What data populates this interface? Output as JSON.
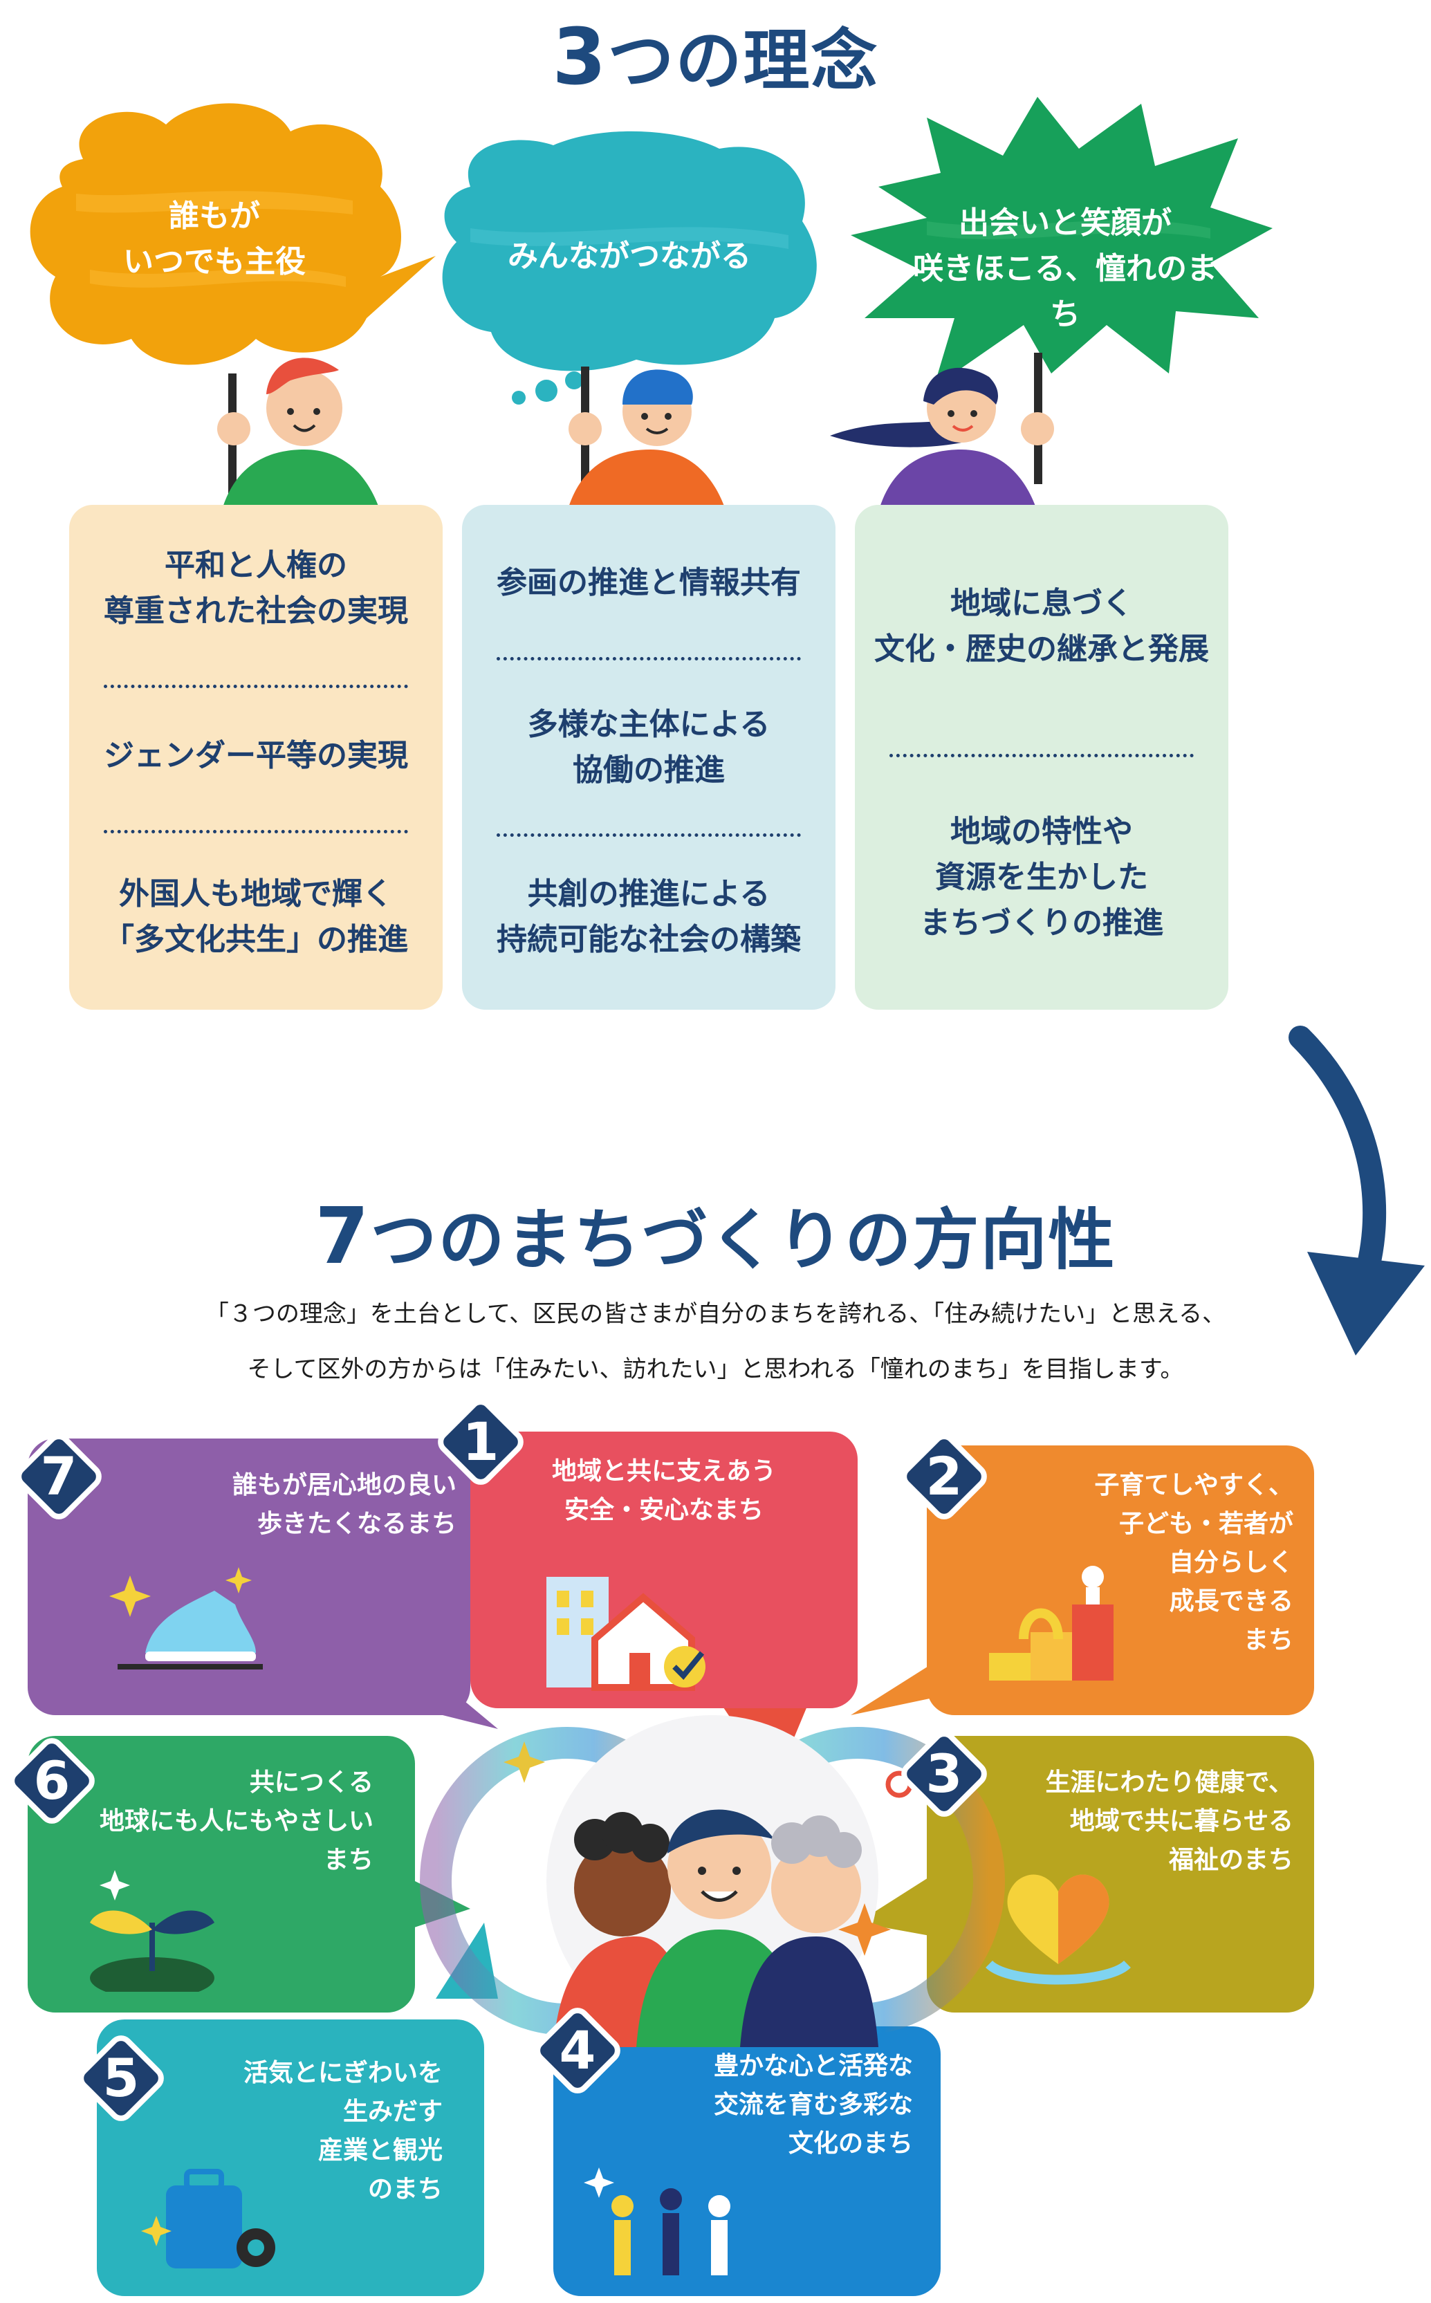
{
  "principles": {
    "title_num": "3",
    "title_rest": "つの理念",
    "bubbles": [
      {
        "text": "誰もが\nいつでも主役",
        "color": "#f2a20c"
      },
      {
        "text": "みんながつながる",
        "color": "#2bb3c0"
      },
      {
        "text": "出会いと笑顔が\n咲きほこる、憧れのまち",
        "color": "#17a05a"
      }
    ],
    "cards": [
      {
        "items": [
          "平和と人権の\n尊重された社会の実現",
          "ジェンダー平等の実現",
          "外国人も地域で輝く\n「多文化共生」の推進"
        ],
        "bg": "#fbe6c2"
      },
      {
        "items": [
          "参画の推進と情報共有",
          "多様な主体による\n協働の推進",
          "共創の推進による\n持続可能な社会の構築"
        ],
        "bg": "#d3eaee"
      },
      {
        "items": [
          "地域に息づく\n文化・歴史の継承と発展",
          "地域の特性や\n資源を生かした\nまちづくりの推進"
        ],
        "bg": "#dcefdf"
      }
    ]
  },
  "directions": {
    "title_num": "7",
    "title_rest": "つのまちづくりの方向性",
    "intro": "「３つの理念」を土台として、区民の皆さまが自分のまちを誇れる、「住み続けたい」と思える、\nそして区外の方からは「住みたい、訪れたい」と思われる「憧れのまち」を目指します。",
    "items": [
      {
        "number": "1",
        "text": "地域と共に支えあう\n安全・安心なまち",
        "color": "#e8505f",
        "icon": "house-building-check-icon"
      },
      {
        "number": "2",
        "text": "子育てしやすく、\n子ども・若者が\n自分らしく\n成長できる\nまち",
        "color": "#ef8a2e",
        "icon": "child-growth-blocks-icon"
      },
      {
        "number": "3",
        "text": "生涯にわたり健康で、\n地域で共に暮らせる\n福祉のまち",
        "color": "#b8a51f",
        "icon": "heart-hands-icon"
      },
      {
        "number": "4",
        "text": "豊かな心と活発な\n交流を育む多彩な\n文化のまち",
        "color": "#1a86d0",
        "icon": "people-cheering-icon"
      },
      {
        "number": "5",
        "text": "活気とにぎわいを\n生みだす\n産業と観光\nのまち",
        "color": "#2ab3be",
        "icon": "suitcase-gear-icon"
      },
      {
        "number": "6",
        "text": "共につくる\n地球にも人にもやさしい\nまち",
        "color": "#2ea866",
        "icon": "sprout-icon"
      },
      {
        "number": "7",
        "text": "誰もが居心地の良い\n歩きたくなるまち",
        "color": "#8e5fa9",
        "icon": "sneaker-icon"
      }
    ]
  }
}
